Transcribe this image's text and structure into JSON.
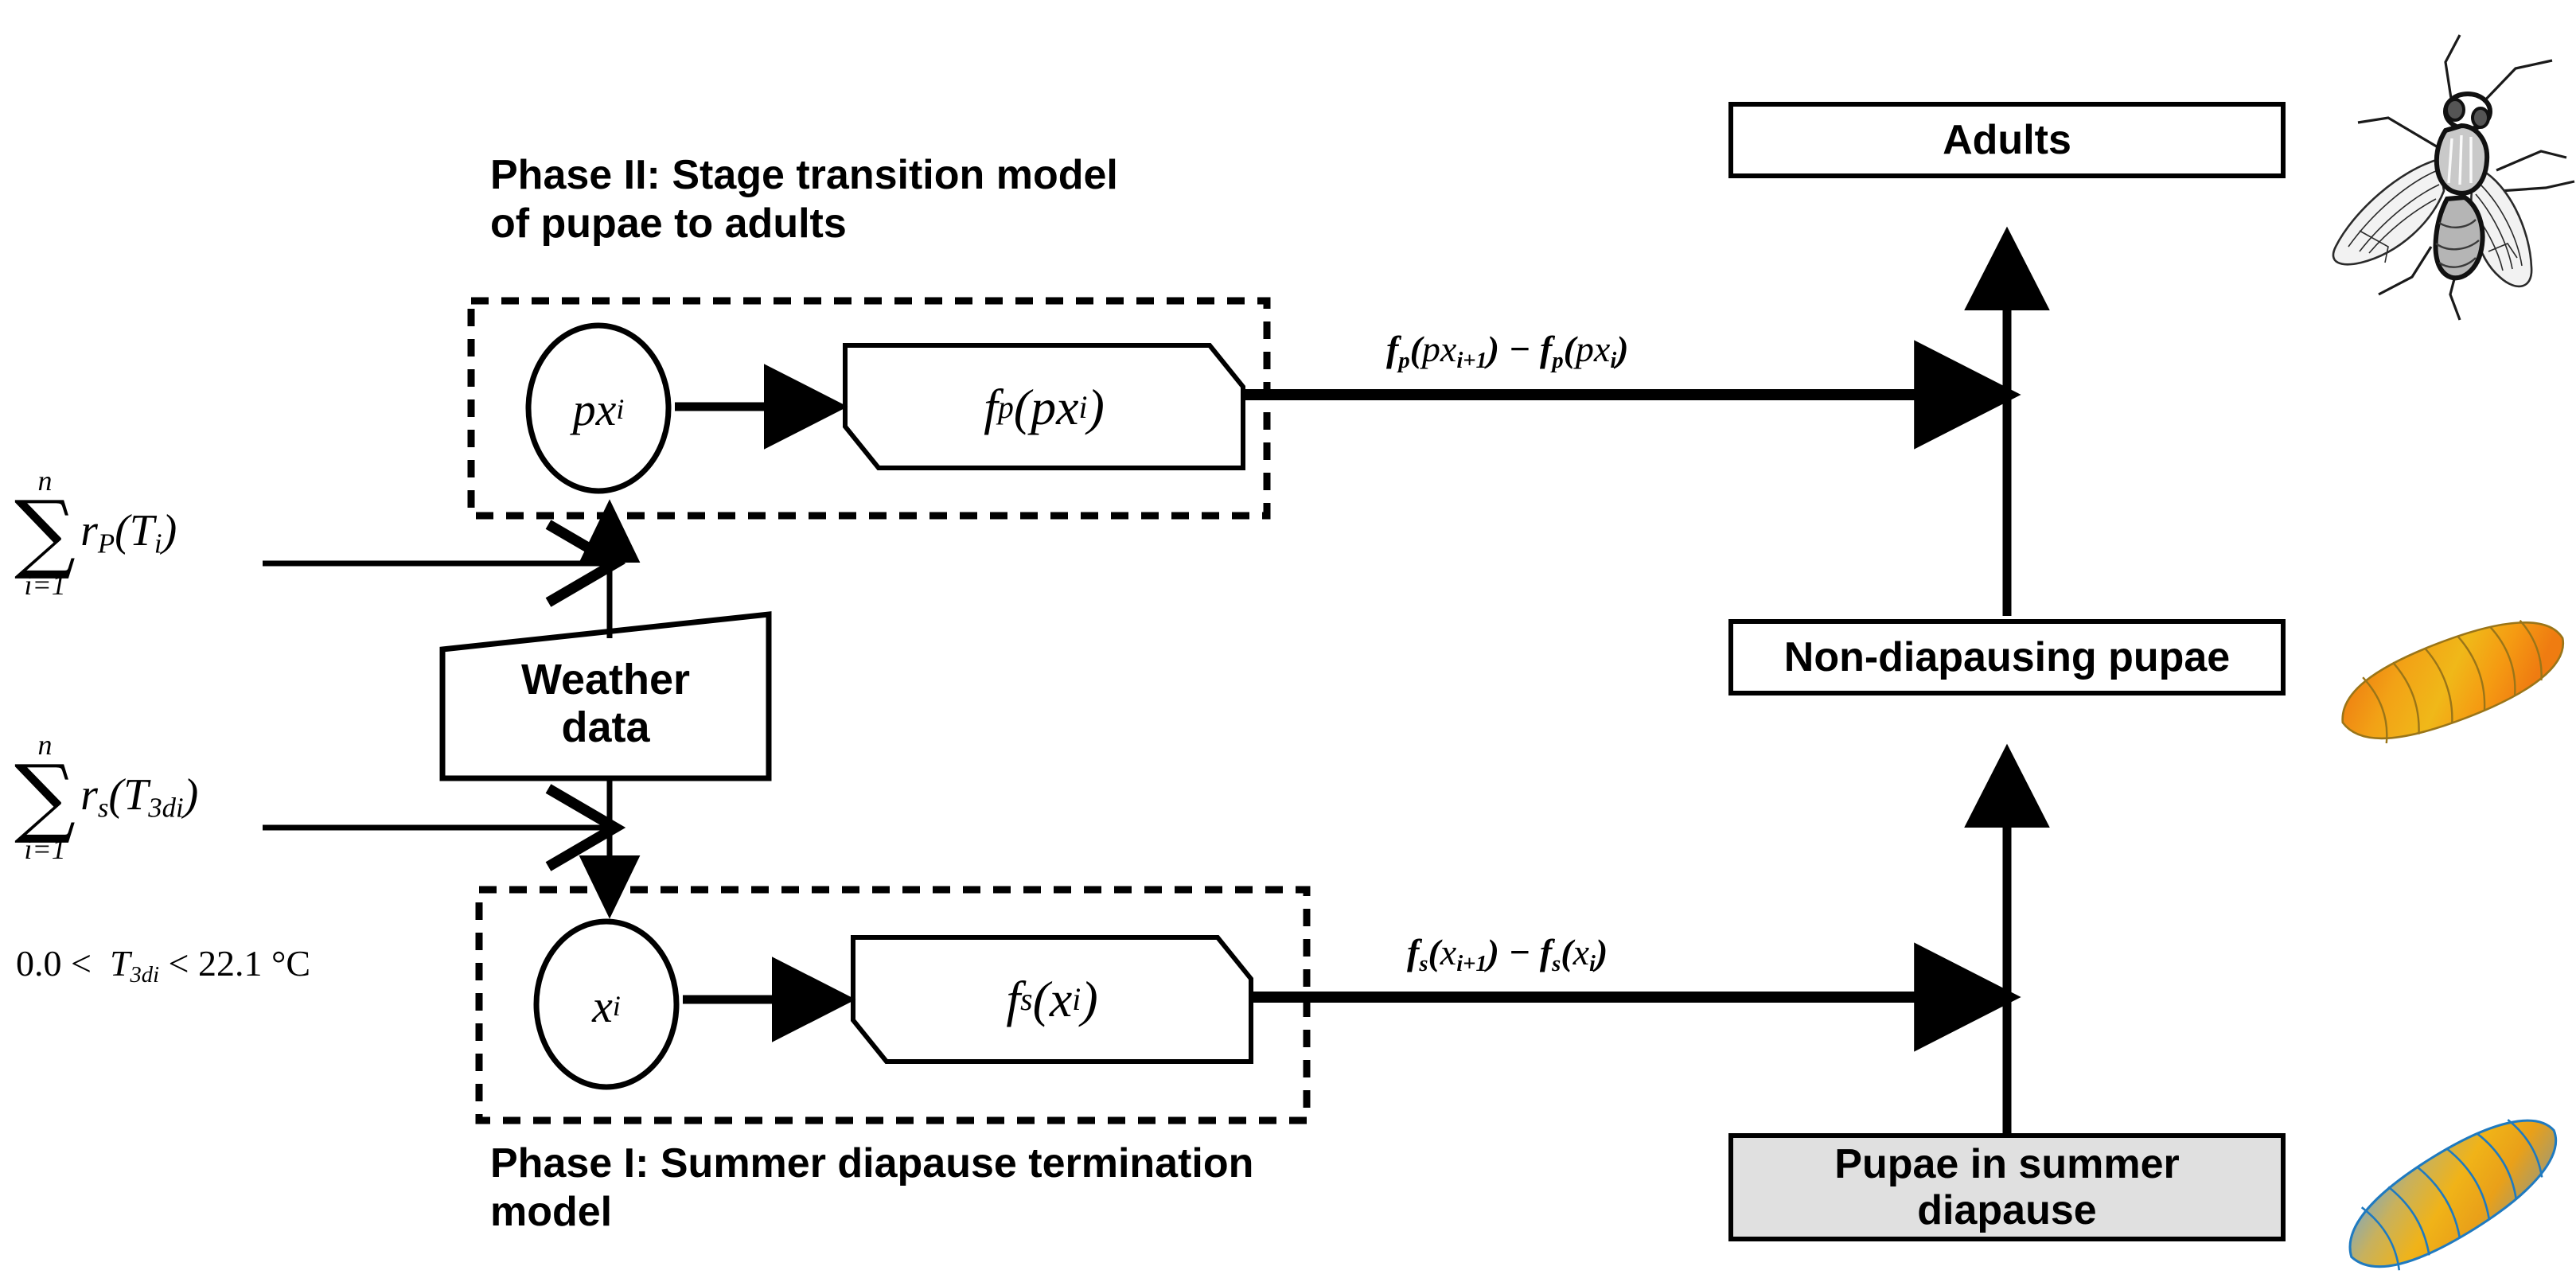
{
  "diagram": {
    "title_phase2_line1": "Phase II: Stage transition model",
    "title_phase2_line2": "of pupae to adults",
    "title_phase1_line1": "Phase I: Summer diapause termination",
    "title_phase1_line2": "model",
    "weather_line1": "Weather",
    "weather_line2": "data",
    "node_px": "px",
    "node_px_sub": "i",
    "node_x": "x",
    "node_x_sub": "i",
    "func_p_f": "f",
    "func_p_sub": "p",
    "func_p_arg": "(px",
    "func_p_arg_sub": "i",
    "func_p_close": ")",
    "func_s_f": "f",
    "func_s_sub": "s",
    "func_s_arg": "(x",
    "func_s_arg_sub": "i",
    "func_s_close": ")",
    "edge_label_top": "f_p(px_{i+1}) - f_p(px_i)",
    "edge_label_bottom": "f_s(x_{i+1}) - f_s(x_i)",
    "sum_upper_limit": "n",
    "sum_lower_limit": "i=1",
    "sum_p_body": "r",
    "sum_p_body_sub": "P",
    "sum_p_body_arg": "(T",
    "sum_p_body_arg_sub": "i",
    "sum_p_body_close": ")",
    "sum_s_body": "r",
    "sum_s_body_sub": "s",
    "sum_s_body_arg": "(T",
    "sum_s_body_arg_sub": "3di",
    "sum_s_body_close": ")",
    "temperature_condition": "0.0 <  T3di < 22.1 °C",
    "temp_low": "0.0",
    "temp_high": "22.1",
    "temp_unit": "°C",
    "temp_var": "T",
    "temp_var_sub": "3di"
  },
  "stages": {
    "adults": "Adults",
    "non_diapausing": "Non-diapausing pupae",
    "diapause_line1": "Pupae in summer",
    "diapause_line2": "diapause"
  },
  "illustrations": {
    "fly": "fly-illustration",
    "pupa_non_diapausing": "orange-pupa-illustration",
    "pupa_diapausing": "blue-orange-pupa-illustration"
  },
  "colors": {
    "stroke": "#000000",
    "diapause_box_fill": "#e0e0e0",
    "pupa_orange_light": "#f5c518",
    "pupa_orange_dark": "#ed7014",
    "pupa_blue": "#6d9fc4",
    "pupa_outline_blue": "#1f7ac0",
    "pupa_outline_brown": "#8a6a20",
    "fly_body": "#b4b4b4",
    "fly_wing": "#f0f0f0"
  }
}
